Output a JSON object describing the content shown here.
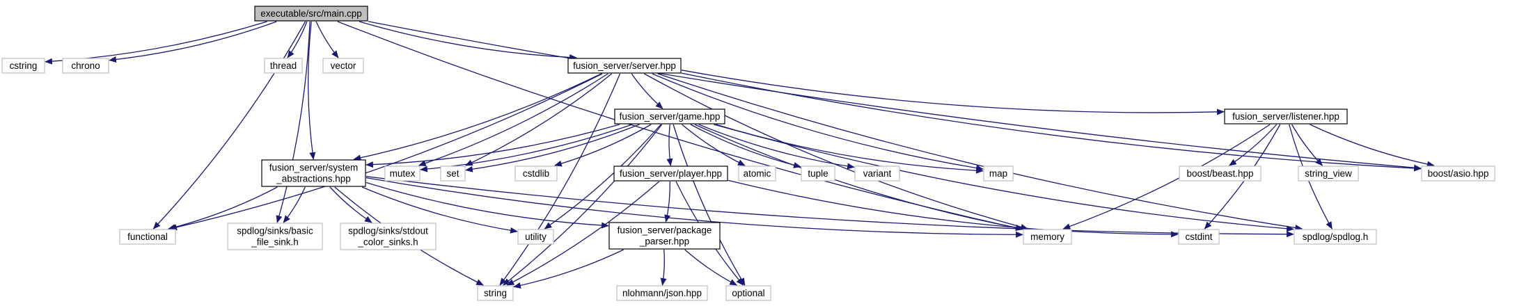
{
  "diagram": {
    "edge_color": "#191970",
    "system_header_border": "#bfbfbf",
    "project_header_border": "#000000",
    "root_fill": "#bfbfbf",
    "nodes": [
      {
        "id": "main",
        "lines": [
          "executable/src/main.cpp"
        ],
        "kind": "root"
      },
      {
        "id": "cstring",
        "lines": [
          "cstring"
        ],
        "kind": "system"
      },
      {
        "id": "chrono",
        "lines": [
          "chrono"
        ],
        "kind": "system"
      },
      {
        "id": "thread",
        "lines": [
          "thread"
        ],
        "kind": "system"
      },
      {
        "id": "vector",
        "lines": [
          "vector"
        ],
        "kind": "system"
      },
      {
        "id": "server",
        "lines": [
          "fusion_server/server.hpp"
        ],
        "kind": "project"
      },
      {
        "id": "game",
        "lines": [
          "fusion_server/game.hpp"
        ],
        "kind": "project"
      },
      {
        "id": "listener",
        "lines": [
          "fusion_server/listener.hpp"
        ],
        "kind": "project"
      },
      {
        "id": "sysabs",
        "lines": [
          "fusion_server/system",
          "_abstractions.hpp"
        ],
        "kind": "project"
      },
      {
        "id": "player",
        "lines": [
          "fusion_server/player.hpp"
        ],
        "kind": "project"
      },
      {
        "id": "pkgparser",
        "lines": [
          "fusion_server/package",
          "_parser.hpp"
        ],
        "kind": "project"
      },
      {
        "id": "mutex",
        "lines": [
          "mutex"
        ],
        "kind": "system"
      },
      {
        "id": "set",
        "lines": [
          "set"
        ],
        "kind": "system"
      },
      {
        "id": "cstdlib",
        "lines": [
          "cstdlib"
        ],
        "kind": "system"
      },
      {
        "id": "atomic",
        "lines": [
          "atomic"
        ],
        "kind": "system"
      },
      {
        "id": "tuple",
        "lines": [
          "tuple"
        ],
        "kind": "system"
      },
      {
        "id": "variant",
        "lines": [
          "variant"
        ],
        "kind": "system"
      },
      {
        "id": "map",
        "lines": [
          "map"
        ],
        "kind": "system"
      },
      {
        "id": "boostbeast",
        "lines": [
          "boost/beast.hpp"
        ],
        "kind": "system"
      },
      {
        "id": "stringview",
        "lines": [
          "string_view"
        ],
        "kind": "system"
      },
      {
        "id": "boostasio",
        "lines": [
          "boost/asio.hpp"
        ],
        "kind": "system"
      },
      {
        "id": "functional",
        "lines": [
          "functional"
        ],
        "kind": "system"
      },
      {
        "id": "basicsink",
        "lines": [
          "spdlog/sinks/basic",
          "_file_sink.h"
        ],
        "kind": "system"
      },
      {
        "id": "stdoutsink",
        "lines": [
          "spdlog/sinks/stdout",
          "_color_sinks.h"
        ],
        "kind": "system"
      },
      {
        "id": "utility",
        "lines": [
          "utility"
        ],
        "kind": "system"
      },
      {
        "id": "memory",
        "lines": [
          "memory"
        ],
        "kind": "system"
      },
      {
        "id": "cstdint",
        "lines": [
          "cstdint"
        ],
        "kind": "system"
      },
      {
        "id": "spdlog",
        "lines": [
          "spdlog/spdlog.h"
        ],
        "kind": "system"
      },
      {
        "id": "string",
        "lines": [
          "string"
        ],
        "kind": "system"
      },
      {
        "id": "nlohmann",
        "lines": [
          "nlohmann/json.hpp"
        ],
        "kind": "system"
      },
      {
        "id": "optional",
        "lines": [
          "optional"
        ],
        "kind": "system"
      }
    ],
    "edges": [
      [
        "main",
        "cstring"
      ],
      [
        "main",
        "chrono"
      ],
      [
        "main",
        "thread"
      ],
      [
        "main",
        "vector"
      ],
      [
        "main",
        "server"
      ],
      [
        "main",
        "functional"
      ],
      [
        "main",
        "basicsink"
      ],
      [
        "main",
        "sysabs"
      ],
      [
        "main",
        "memory"
      ],
      [
        "main",
        "boostasio"
      ],
      [
        "server",
        "functional"
      ],
      [
        "server",
        "string"
      ],
      [
        "server",
        "sysabs"
      ],
      [
        "server",
        "mutex"
      ],
      [
        "server",
        "set"
      ],
      [
        "server",
        "game"
      ],
      [
        "server",
        "map"
      ],
      [
        "server",
        "memory"
      ],
      [
        "server",
        "listener"
      ],
      [
        "server",
        "boostasio"
      ],
      [
        "server",
        "spdlog"
      ],
      [
        "game",
        "sysabs"
      ],
      [
        "game",
        "mutex"
      ],
      [
        "game",
        "set"
      ],
      [
        "game",
        "string"
      ],
      [
        "game",
        "cstdlib"
      ],
      [
        "game",
        "utility"
      ],
      [
        "game",
        "player"
      ],
      [
        "game",
        "atomic"
      ],
      [
        "game",
        "tuple"
      ],
      [
        "game",
        "variant"
      ],
      [
        "game",
        "map"
      ],
      [
        "game",
        "memory"
      ],
      [
        "game",
        "optional"
      ],
      [
        "game",
        "spdlog"
      ],
      [
        "listener",
        "memory"
      ],
      [
        "listener",
        "boostbeast"
      ],
      [
        "listener",
        "cstdint"
      ],
      [
        "listener",
        "stringview"
      ],
      [
        "listener",
        "spdlog"
      ],
      [
        "listener",
        "boostasio"
      ],
      [
        "sysabs",
        "functional"
      ],
      [
        "sysabs",
        "basicsink"
      ],
      [
        "sysabs",
        "stdoutsink"
      ],
      [
        "sysabs",
        "utility"
      ],
      [
        "sysabs",
        "string"
      ],
      [
        "sysabs",
        "pkgparser"
      ],
      [
        "sysabs",
        "memory"
      ],
      [
        "sysabs",
        "spdlog"
      ],
      [
        "player",
        "string"
      ],
      [
        "player",
        "pkgparser"
      ],
      [
        "player",
        "optional"
      ],
      [
        "player",
        "cstdint"
      ],
      [
        "pkgparser",
        "string"
      ],
      [
        "pkgparser",
        "nlohmann"
      ],
      [
        "pkgparser",
        "optional"
      ]
    ]
  }
}
